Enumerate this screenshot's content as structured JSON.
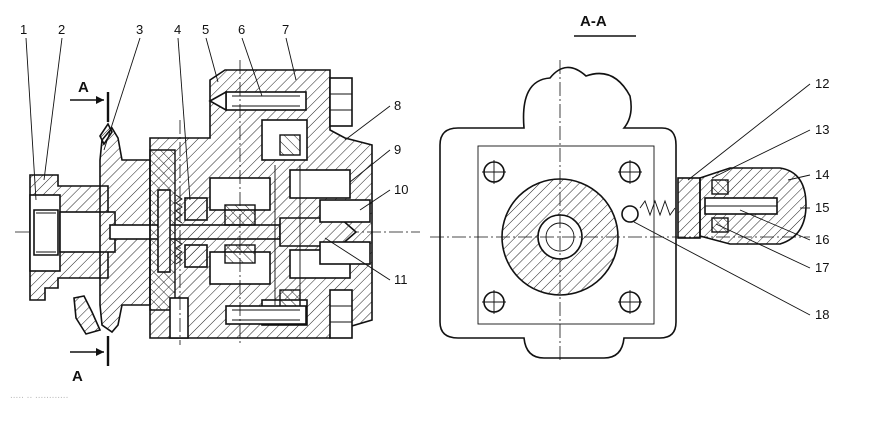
{
  "section_title": "A-A",
  "section_marker": "A",
  "callouts_left": [
    "1",
    "2",
    "3",
    "4",
    "5",
    "6",
    "7",
    "8",
    "9",
    "10",
    "11"
  ],
  "callouts_right": [
    "12",
    "13",
    "14",
    "15",
    "16",
    "17",
    "18"
  ],
  "caption_faint": "..... .. ............"
}
